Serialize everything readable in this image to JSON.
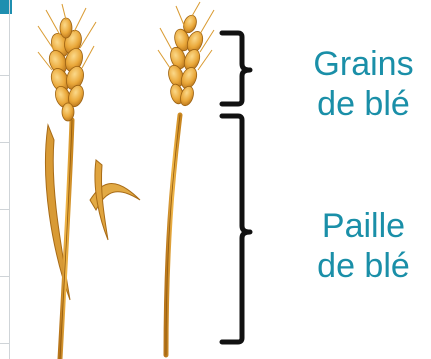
{
  "labels": {
    "grains_line1": "Grains",
    "grains_line2": "de blé",
    "paille_line1": "Paille",
    "paille_line2": "de blé"
  },
  "colors": {
    "label_text": "#1a8fa8",
    "bracket": "#111111",
    "wheat_light": "#f2b84a",
    "wheat_dark": "#c9861f",
    "accent_strip": "#1f8fb0"
  },
  "icons": [
    "wheat-stalk-icon",
    "bracket-icon"
  ]
}
